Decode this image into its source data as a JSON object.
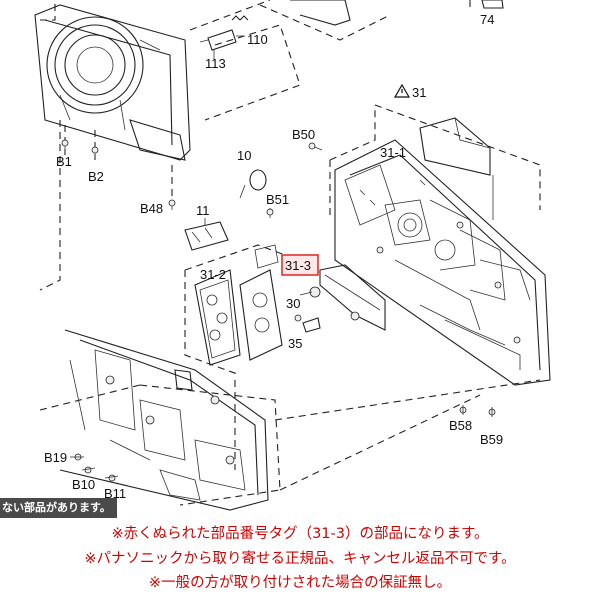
{
  "diagram": {
    "labels": {
      "p74": "74",
      "p110": "110",
      "p113": "113",
      "p31": "31",
      "p31_1": "31-1",
      "p31_2": "31-2",
      "p31_3": "31-3",
      "p10": "10",
      "p11": "11",
      "p30": "30",
      "p35": "35",
      "b1": "B1",
      "b2": "B2",
      "b48": "B48",
      "b50": "B50",
      "b51": "B51",
      "b58": "B58",
      "b59": "B59",
      "b19": "B19",
      "b10": "B10",
      "b11": "B11"
    },
    "warning_symbol": "warning-triangle-icon",
    "highlight_color": "#e83030",
    "highlight_fill": "#fde7e7"
  },
  "badge": {
    "text": "ない部品があります。"
  },
  "notes": {
    "line1": "※赤くぬられた部品番号タグ（31-3）の部品になります。",
    "line2": "※パナソニックから取り寄せる正規品、キャンセル返品不可です。",
    "line3": "※一般の方が取り付けされた場合の保証無し。",
    "color": "#d40000"
  }
}
